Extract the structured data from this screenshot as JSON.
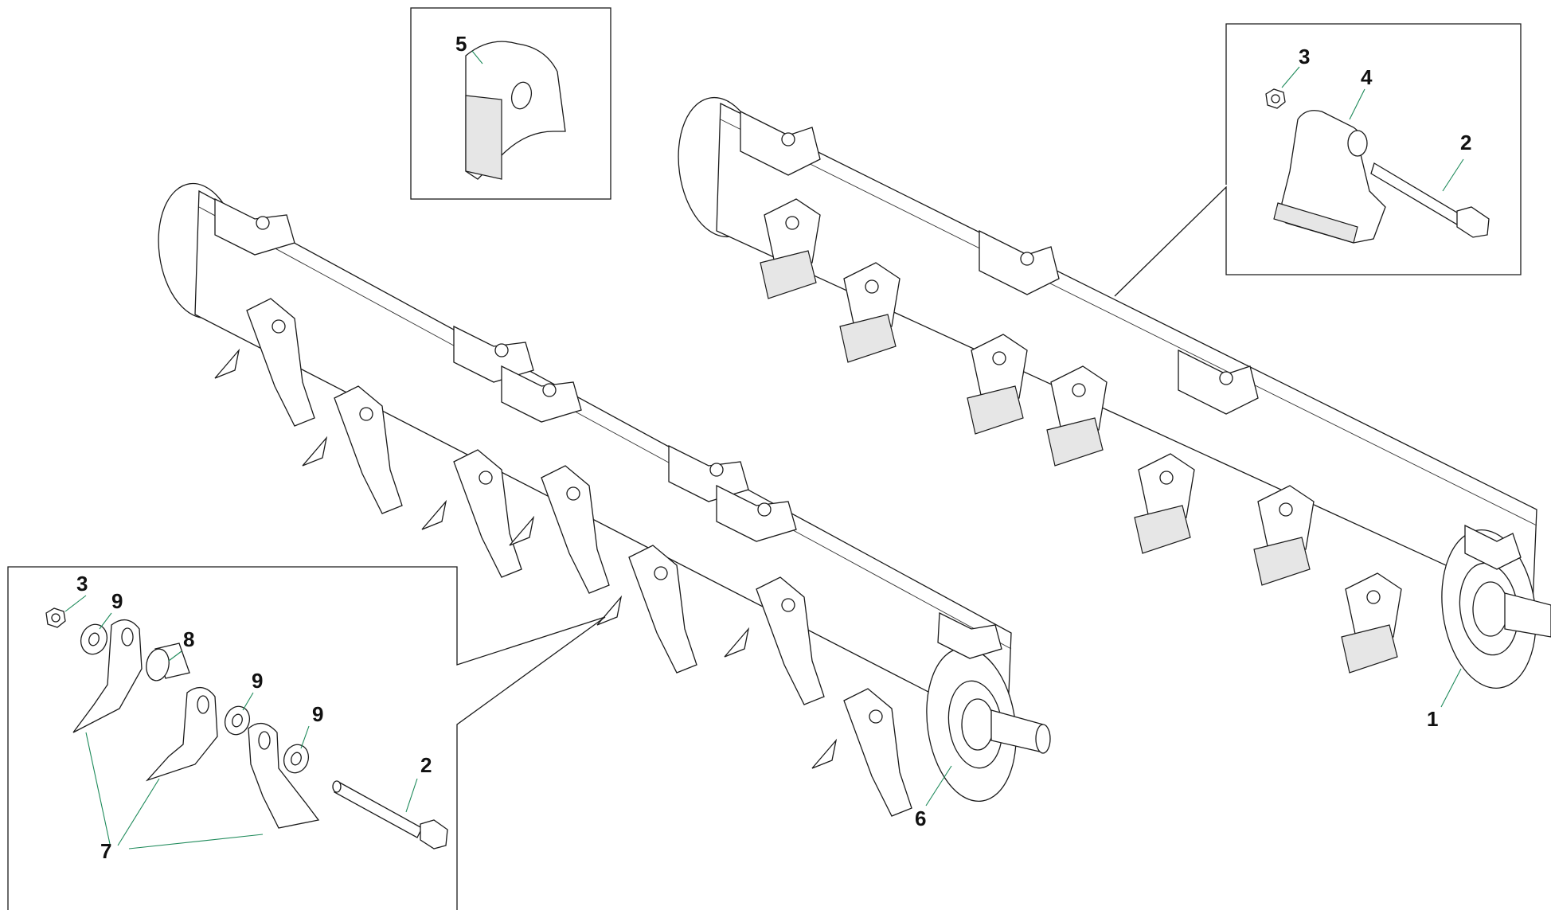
{
  "callouts": {
    "c1": "1",
    "c2_right": "2",
    "c2_left": "2",
    "c3_right": "3",
    "c3_left": "3",
    "c4": "4",
    "c5": "5",
    "c6": "6",
    "c7": "7",
    "c8": "8",
    "c9_a": "9",
    "c9_b": "9",
    "c9_c": "9"
  },
  "colors": {
    "line": "#1a1a1a",
    "leader": "#1e8a5a",
    "background": "#ffffff"
  }
}
